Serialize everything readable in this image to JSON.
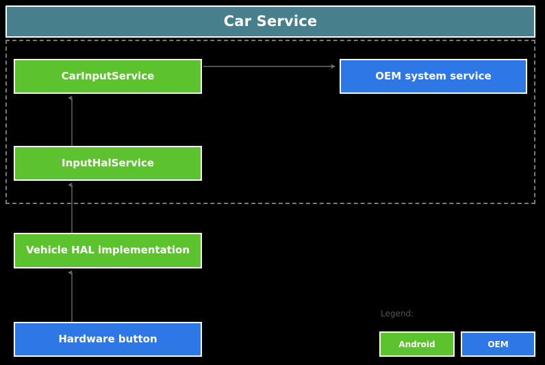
{
  "diagram": {
    "title": "Car Service",
    "background_color": "#000000",
    "header": {
      "label": "Car Service",
      "fill_color": "#47808c",
      "border_color": "#ffffff",
      "text_color": "#ffffff"
    },
    "group_boundary": {
      "style": "dashed",
      "stroke_color": "#7a7a7a"
    },
    "colors": {
      "android_green": "#5cc22e",
      "oem_blue": "#2e77e6",
      "header_teal": "#47808c",
      "arrow_gray": "#6e6e6e",
      "legend_text": "#555555",
      "box_border": "#ffffff"
    },
    "nodes": [
      {
        "id": "car-input-service",
        "label": "CarInputService",
        "category": "Android",
        "color": "#5cc22e",
        "inside_group": true
      },
      {
        "id": "oem-system-service",
        "label": "OEM system service",
        "category": "OEM",
        "color": "#2e77e6",
        "inside_group": true
      },
      {
        "id": "input-hal-service",
        "label": "InputHalService",
        "category": "Android",
        "color": "#5cc22e",
        "inside_group": true
      },
      {
        "id": "vehicle-hal-impl",
        "label": "Vehicle HAL implementation",
        "category": "Android",
        "color": "#5cc22e",
        "inside_group": false
      },
      {
        "id": "hardware-button",
        "label": "Hardware button",
        "category": "OEM",
        "color": "#2e77e6",
        "inside_group": false
      }
    ],
    "edges": [
      {
        "id": "edge-car-input-to-oem",
        "from": "car-input-service",
        "to": "oem-system-service",
        "direction": "right"
      },
      {
        "id": "edge-input-hal-to-car-input",
        "from": "input-hal-service",
        "to": "car-input-service",
        "direction": "up"
      },
      {
        "id": "edge-vehicle-hal-to-input-hal",
        "from": "vehicle-hal-impl",
        "to": "input-hal-service",
        "direction": "up"
      },
      {
        "id": "edge-hardware-to-vehicle-hal",
        "from": "hardware-button",
        "to": "vehicle-hal-impl",
        "direction": "up"
      }
    ],
    "legend": {
      "caption": "Legend:",
      "items": [
        {
          "id": "android",
          "label": "Android",
          "color": "#5cc22e"
        },
        {
          "id": "oem",
          "label": "OEM",
          "color": "#2e77e6"
        }
      ]
    }
  }
}
